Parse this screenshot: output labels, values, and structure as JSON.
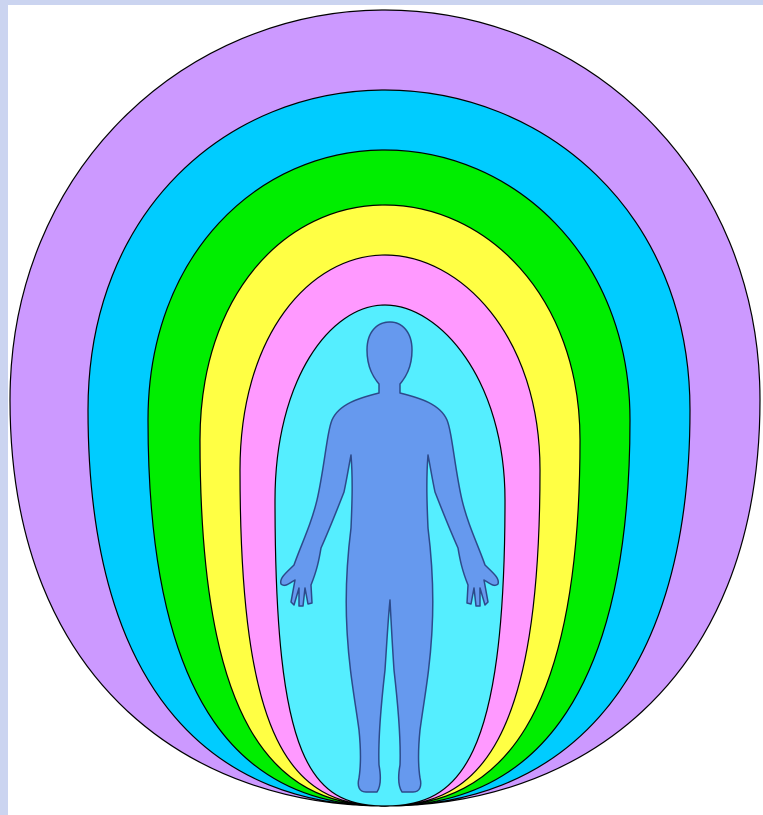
{
  "frame": {
    "border_color": "#cbd4f0"
  },
  "aura_layers": [
    {
      "name": "violet-layer",
      "color": "#cc99ff"
    },
    {
      "name": "blue-layer",
      "color": "#00ccff"
    },
    {
      "name": "green-layer",
      "color": "#00ee00"
    },
    {
      "name": "yellow-layer",
      "color": "#ffff44"
    },
    {
      "name": "pink-layer",
      "color": "#ff99ff"
    },
    {
      "name": "cyan-layer",
      "color": "#55eeff"
    }
  ],
  "figure": {
    "fill": "#6699ee",
    "outline": "#2c4a8a"
  },
  "outline_color": "#000000"
}
